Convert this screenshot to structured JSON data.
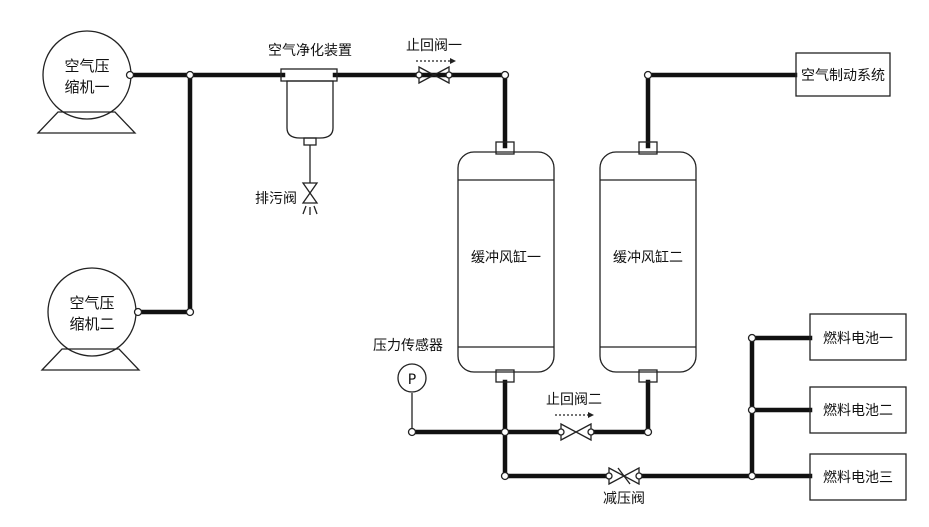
{
  "labels": {
    "compressor_1": [
      "空气压",
      "缩机一"
    ],
    "compressor_2": [
      "空气压",
      "缩机二"
    ],
    "purifier": "空气净化装置",
    "drain_valve": "排污阀",
    "check_valve_1": "止回阀一",
    "check_valve_2": "止回阀二",
    "tank_1": "缓冲风缸一",
    "tank_2": "缓冲风缸二",
    "brake_system": "空气制动系统",
    "pressure_sensor": "压力传感器",
    "pressure_sensor_symbol": "P",
    "reducing_valve": "减压阀",
    "fuel_cell_1": "燃料电池一",
    "fuel_cell_2": "燃料电池二",
    "fuel_cell_3": "燃料电池三"
  }
}
